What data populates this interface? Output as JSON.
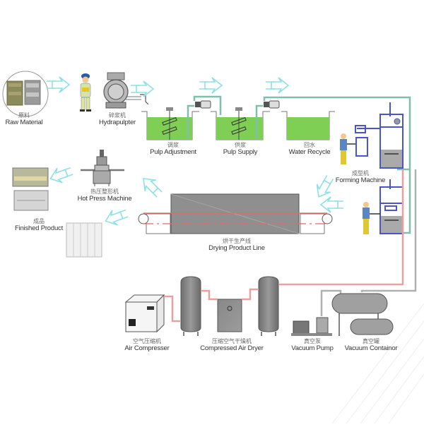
{
  "title": "Pulp Molding Production Line Flow Diagram",
  "colors": {
    "arrow": "#8fe0e4",
    "pulp_green": "#7fcf55",
    "water_pipe": "#7fbfae",
    "air_pipe": "#e8a0a0",
    "vacuum_pipe": "#b0b0b0",
    "machine_blue": "#4a55c8",
    "steel_gray": "#8a8a8a"
  },
  "stages": {
    "raw_material": {
      "zh": "原料",
      "en": "Raw Material"
    },
    "hydrapulpter": {
      "zh": "碎浆机",
      "en": "Hydrapulpter"
    },
    "pulp_adjustment": {
      "zh": "调浆",
      "en": "Pulp Adjustment"
    },
    "pulp_supply": {
      "zh": "供浆",
      "en": "Pulp Supply"
    },
    "water_recycle": {
      "zh": "回水",
      "en": "Water Recycle"
    },
    "forming_machine": {
      "zh": "成型机",
      "en": "Forming Machine"
    },
    "hot_press_machine": {
      "zh": "热压整形机",
      "en": "Hot Press Machine"
    },
    "finished_product": {
      "zh": "成品",
      "en": "Finished Product"
    },
    "drying_line": {
      "zh": "烘干生产线",
      "en": "Drying Product Line"
    },
    "air_compressor": {
      "zh": "空气压缩机",
      "en": "Air Compresser"
    },
    "air_dryer": {
      "zh": "压缩空气干燥机",
      "en": "Compressed Air Dryer"
    },
    "vacuum_pump": {
      "zh": "真空泵",
      "en": "Vacuum Pump"
    },
    "vacuum_container": {
      "zh": "真空罐",
      "en": "Vacuum Containor"
    }
  }
}
